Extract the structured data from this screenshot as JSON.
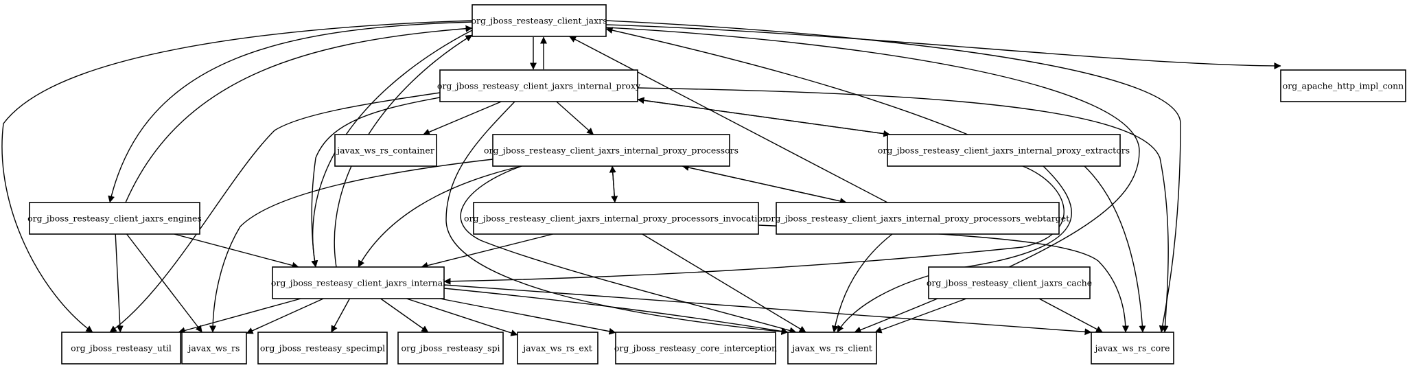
{
  "diagram": {
    "type": "package-dependency-graph",
    "nodes": [
      {
        "id": "jaxrs",
        "label": "org_jboss_resteasy_client_jaxrs"
      },
      {
        "id": "proxy",
        "label": "org_jboss_resteasy_client_jaxrs_internal_proxy"
      },
      {
        "id": "apache",
        "label": "org_apache_http_impl_conn"
      },
      {
        "id": "container",
        "label": "javax_ws_rs_container"
      },
      {
        "id": "processors",
        "label": "org_jboss_resteasy_client_jaxrs_internal_proxy_processors"
      },
      {
        "id": "extractors",
        "label": "org_jboss_resteasy_client_jaxrs_internal_proxy_extractors"
      },
      {
        "id": "engines",
        "label": "org_jboss_resteasy_client_jaxrs_engines"
      },
      {
        "id": "invocation",
        "label": "org_jboss_resteasy_client_jaxrs_internal_proxy_processors_invocation"
      },
      {
        "id": "webtarget",
        "label": "org_jboss_resteasy_client_jaxrs_internal_proxy_processors_webtarget"
      },
      {
        "id": "internal",
        "label": "org_jboss_resteasy_client_jaxrs_internal"
      },
      {
        "id": "cache",
        "label": "org_jboss_resteasy_client_jaxrs_cache"
      },
      {
        "id": "util",
        "label": "org_jboss_resteasy_util"
      },
      {
        "id": "rs",
        "label": "javax_ws_rs"
      },
      {
        "id": "specimpl",
        "label": "org_jboss_resteasy_specimpl"
      },
      {
        "id": "spi",
        "label": "org_jboss_resteasy_spi"
      },
      {
        "id": "ext",
        "label": "javax_ws_rs_ext"
      },
      {
        "id": "interception",
        "label": "org_jboss_resteasy_core_interception"
      },
      {
        "id": "client",
        "label": "javax_ws_rs_client"
      },
      {
        "id": "core",
        "label": "javax_ws_rs_core"
      }
    ],
    "edges": [
      {
        "from": "jaxrs",
        "to": "proxy"
      },
      {
        "from": "proxy",
        "to": "jaxrs"
      },
      {
        "from": "jaxrs",
        "to": "apache"
      },
      {
        "from": "jaxrs",
        "to": "engines"
      },
      {
        "from": "engines",
        "to": "jaxrs"
      },
      {
        "from": "jaxrs",
        "to": "internal"
      },
      {
        "from": "internal",
        "to": "jaxrs"
      },
      {
        "from": "jaxrs",
        "to": "util"
      },
      {
        "from": "jaxrs",
        "to": "core"
      },
      {
        "from": "jaxrs",
        "to": "client"
      },
      {
        "from": "proxy",
        "to": "container"
      },
      {
        "from": "proxy",
        "to": "processors"
      },
      {
        "from": "proxy",
        "to": "extractors"
      },
      {
        "from": "extractors",
        "to": "proxy"
      },
      {
        "from": "proxy",
        "to": "util"
      },
      {
        "from": "proxy",
        "to": "internal"
      },
      {
        "from": "proxy",
        "to": "client"
      },
      {
        "from": "proxy",
        "to": "core"
      },
      {
        "from": "extractors",
        "to": "jaxrs"
      },
      {
        "from": "extractors",
        "to": "internal"
      },
      {
        "from": "extractors",
        "to": "client"
      },
      {
        "from": "extractors",
        "to": "core"
      },
      {
        "from": "processors",
        "to": "invocation"
      },
      {
        "from": "invocation",
        "to": "processors"
      },
      {
        "from": "processors",
        "to": "webtarget"
      },
      {
        "from": "webtarget",
        "to": "processors"
      },
      {
        "from": "processors",
        "to": "internal"
      },
      {
        "from": "processors",
        "to": "rs"
      },
      {
        "from": "processors",
        "to": "client"
      },
      {
        "from": "webtarget",
        "to": "jaxrs"
      },
      {
        "from": "webtarget",
        "to": "client"
      },
      {
        "from": "invocation",
        "to": "internal"
      },
      {
        "from": "invocation",
        "to": "client"
      },
      {
        "from": "invocation",
        "to": "core"
      },
      {
        "from": "engines",
        "to": "internal"
      },
      {
        "from": "engines",
        "to": "util"
      },
      {
        "from": "engines",
        "to": "rs"
      },
      {
        "from": "internal",
        "to": "util"
      },
      {
        "from": "internal",
        "to": "rs"
      },
      {
        "from": "internal",
        "to": "specimpl"
      },
      {
        "from": "internal",
        "to": "spi"
      },
      {
        "from": "internal",
        "to": "ext"
      },
      {
        "from": "internal",
        "to": "interception"
      },
      {
        "from": "internal",
        "to": "client"
      },
      {
        "from": "internal",
        "to": "core"
      },
      {
        "from": "cache",
        "to": "client"
      },
      {
        "from": "cache",
        "to": "core"
      }
    ]
  }
}
